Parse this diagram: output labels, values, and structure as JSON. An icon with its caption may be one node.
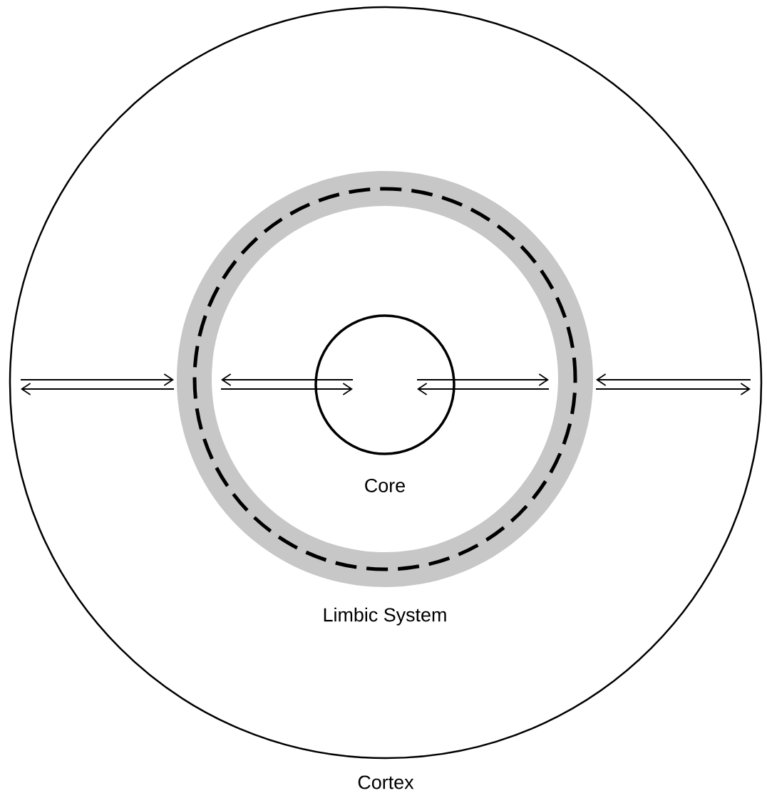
{
  "diagram": {
    "nodes": [
      {
        "text": [
          "Cortex"
        ]
      },
      {
        "text": [
          "Limbic System"
        ],
        "in": 0
      },
      {
        "text": [
          "Core"
        ],
        "in": 1
      }
    ],
    "edges": [
      {
        "from": 0,
        "to": 1,
        "arrow": "to"
      },
      {
        "from": 1,
        "to": 0,
        "arrow": "to"
      },
      {
        "from": 2,
        "to": 1,
        "arrow": "to"
      },
      {
        "from": 1,
        "to": 2,
        "arrow": "to"
      },
      {
        "from": 2,
        "to": 1,
        "arrow": "to"
      },
      {
        "from": 1,
        "to": 2,
        "arrow": "to"
      },
      {
        "from": 0,
        "to": 1,
        "arrow": "to"
      },
      {
        "from": 1,
        "to": 0,
        "arrow": "to"
      }
    ]
  }
}
